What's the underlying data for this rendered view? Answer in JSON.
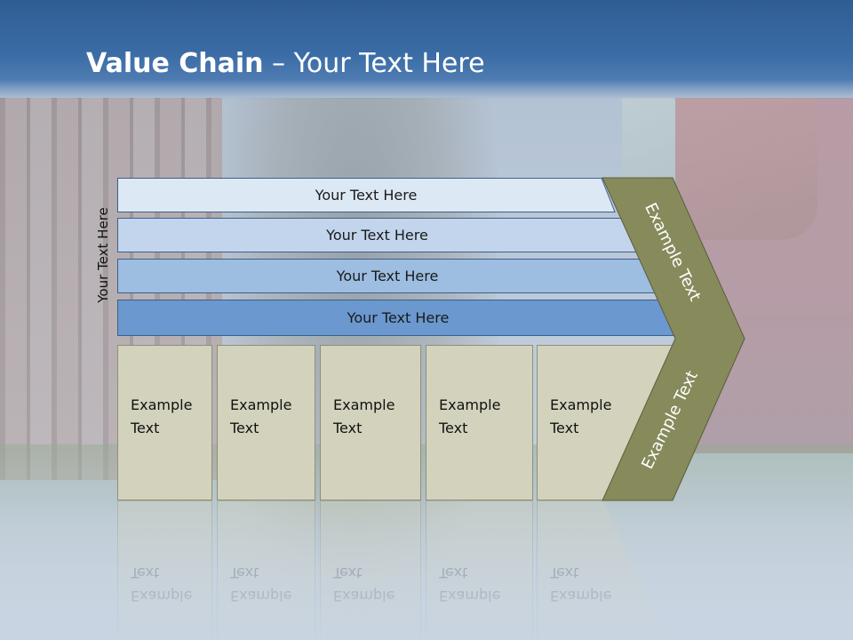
{
  "slide": {
    "title_bold": "Value Chain",
    "title_rest": " – Your Text Here"
  },
  "vertical_label": "Your Text Here",
  "bars": [
    {
      "label": "Your Text Here",
      "color": "#dde8f5"
    },
    {
      "label": "Your Text Here",
      "color": "#c2d5ec"
    },
    {
      "label": "Your Text Here",
      "color": "#9dbde1"
    },
    {
      "label": "Your Text Here",
      "color": "#6a98cf"
    }
  ],
  "boxes": [
    {
      "label": "Example\nText"
    },
    {
      "label": "Example\nText"
    },
    {
      "label": "Example\nText"
    },
    {
      "label": "Example\nText"
    },
    {
      "label": "Example\nText"
    }
  ],
  "chevron": {
    "upper_text": "Example Text",
    "lower_text": "Example Text",
    "color": "#878a5b"
  }
}
